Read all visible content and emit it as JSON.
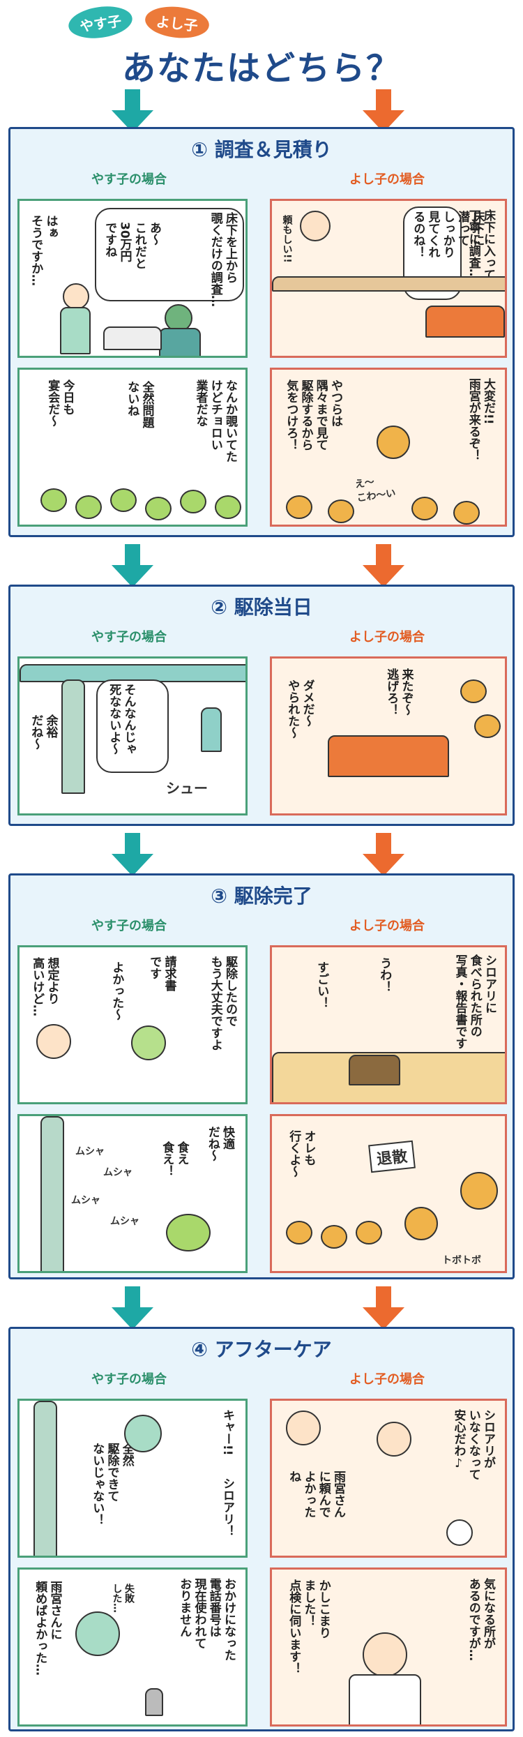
{
  "header": {
    "badge_left": "やす子",
    "badge_right": "よし子",
    "title": "あなたはどちら？"
  },
  "colors": {
    "teal": "#1ea8a5",
    "orange": "#ec6a2f",
    "navy": "#1f4a8a",
    "green": "#4aa079",
    "red": "#d96a5a"
  },
  "sections": [
    {
      "title": "① 調査＆見積り",
      "left_label": "やす子の場合",
      "right_label": "よし子の場合",
      "panels": {
        "l1": [
          "床下を上から\n覗くだけの調査…",
          "あ〜\nこれだと\n30万円\nですね",
          "はぁ\nそうですか…"
        ],
        "r1": [
          "床下に入って\n丁寧に調査…",
          "床下に\n潜って\nしっかり\n見てくれ\nるのね！",
          "頼もしい!!"
        ],
        "l2": [
          "なんか覗いてた\nけどチョロい\n業者だな",
          "全然問題\nないね",
          "今日も\n宴会だ〜"
        ],
        "r2": [
          "大変だ!!\n雨宮が来るぞ！",
          "やつらは\n隅々まで見て\n駆除するから\n気をつけろ！",
          "え〜\nこわ〜い"
        ]
      }
    },
    {
      "title": "② 駆除当日",
      "left_label": "やす子の場合",
      "right_label": "よし子の場合",
      "panels": {
        "l1": [
          "そんなんじゃ\n死なないよ〜",
          "余裕\nだね〜",
          "シュー"
        ],
        "r1": [
          "来たぞ〜\n逃げろ！",
          "ダメだ〜\nやられた〜"
        ]
      }
    },
    {
      "title": "③ 駆除完了",
      "left_label": "やす子の場合",
      "right_label": "よし子の場合",
      "panels": {
        "l1": [
          "駆除したので\nもう大丈夫ですよ",
          "請求書\nです",
          "よかった〜",
          "想定より\n高いけど…"
        ],
        "r1": [
          "シロアリに\n食べられた所の\n写真・報告書です",
          "うわ！",
          "すごい！"
        ],
        "l2": [
          "快適\nだね〜",
          "食え\n食え！",
          "ムシャ",
          "ムシャ",
          "ムシャ",
          "ムシャ"
        ],
        "r2": [
          "オレも\n行くよ〜",
          "退散",
          "トボトボ"
        ]
      }
    },
    {
      "title": "④ アフターケア",
      "left_label": "やす子の場合",
      "right_label": "よし子の場合",
      "panels": {
        "l1": [
          "キャー!!",
          "全然\n駆除できて\nないじゃない！",
          "シロアリ！"
        ],
        "r1": [
          "シロアリが\nいなくなって\n安心だわ♪",
          "雨宮さん\nに頼んで\nよかった\nね"
        ],
        "l2": [
          "おかけになった\n電話番号は\n現在使われて\nおりません",
          "失敗\nした…",
          "雨宮さんに\n頼めばよかった…"
        ],
        "r2": [
          "気になる所が\nあるのですが…",
          "かしこまり\nました！\n点検に伺います！"
        ]
      }
    }
  ]
}
